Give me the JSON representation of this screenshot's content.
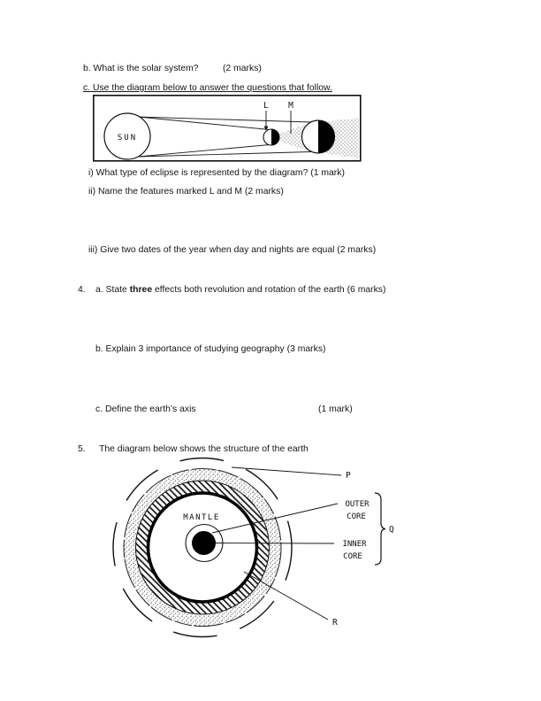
{
  "document": {
    "items": {
      "b": {
        "text": "b. What is the solar system?",
        "marks": "(2 marks)"
      },
      "c": {
        "text": "c. Use the diagram below to answer the questions that follow."
      },
      "c_i": {
        "text": "i) What type of eclipse is represented by the diagram? (1 mark)"
      },
      "c_ii": {
        "text": "ii) Name the features marked L and M (2 marks)"
      },
      "c_iii": {
        "text": "iii) Give two dates of the year when day and nights are equal (2 marks)"
      },
      "q4": {
        "number": "4.",
        "a_pre": "a. State ",
        "a_bold": "three",
        "a_post": " effects both revolution and rotation of the earth (6 marks)",
        "b_text": "b. Explain 3 importance of studying geography (3 marks)",
        "c_text": "c. Define the earth’s axis",
        "c_marks": "(1 mark)"
      },
      "q5": {
        "number": "5.",
        "text": "The diagram below shows the structure of the earth"
      }
    },
    "eclipse_diagram": {
      "sun": "SUN",
      "l": "L",
      "m": "M"
    },
    "earth_diagram": {
      "mantle": "MANTLE",
      "outer_core": [
        "OUTER",
        "CORE"
      ],
      "inner_core": [
        "INNER",
        "CORE"
      ],
      "p": "P",
      "q": "Q",
      "r": "R"
    }
  }
}
